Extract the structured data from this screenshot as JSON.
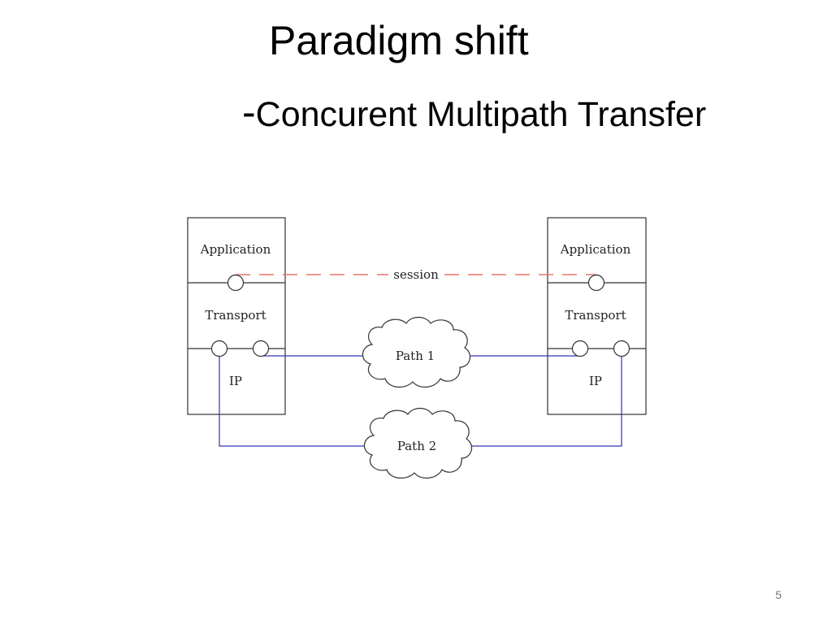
{
  "slide": {
    "title": "Paradigm shift",
    "subtitle_dash": "-",
    "subtitle": "Concurent Multipath Transfer",
    "page_number": "5"
  },
  "diagram": {
    "left_host": {
      "layers": [
        "Application",
        "Transport",
        "IP"
      ]
    },
    "right_host": {
      "layers": [
        "Application",
        "Transport",
        "IP"
      ]
    },
    "session_label": "session",
    "paths": [
      {
        "label": "Path 1"
      },
      {
        "label": "Path 2"
      }
    ],
    "colors": {
      "session_line": "#e8746c",
      "path_line": "#3333bb",
      "stack_border": "#333333",
      "stack_fill": "#ffffff"
    }
  }
}
